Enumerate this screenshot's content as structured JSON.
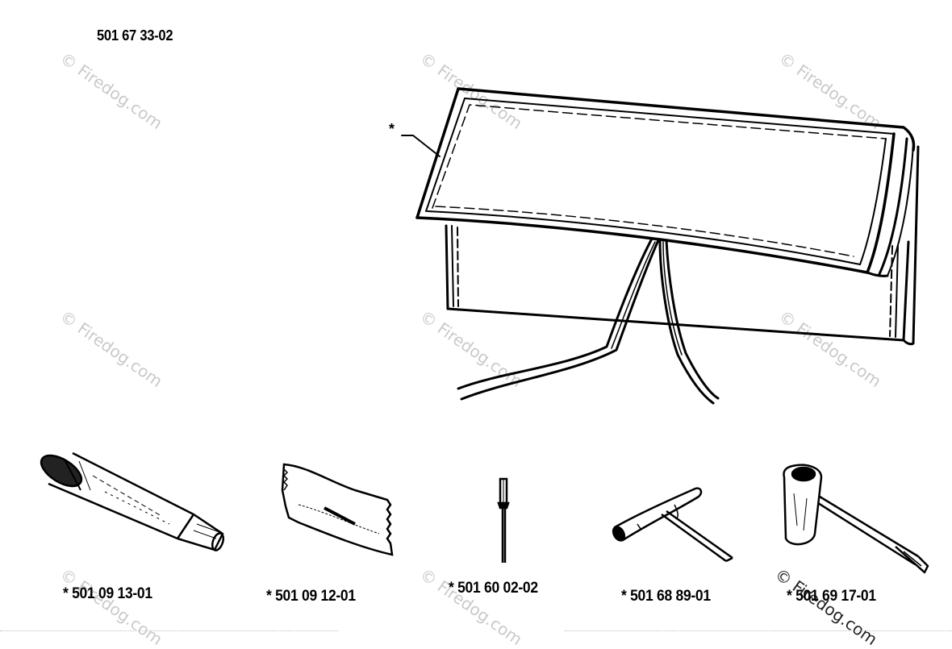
{
  "header": {
    "part_number": "501 67 33-02"
  },
  "callout": {
    "symbol": "*"
  },
  "parts": [
    {
      "label": "* 501 09 13-01"
    },
    {
      "label": "* 501 09 12-01"
    },
    {
      "label": "* 501 60 02-02"
    },
    {
      "label": "* 501 68 89-01"
    },
    {
      "label": "* 501 69 17-01"
    }
  ],
  "watermark": {
    "text": "© Firedog.com"
  },
  "icons": [
    "tool-bag-icon",
    "bearing-press-tool-icon",
    "sticker-icon",
    "pin-icon",
    "t-wrench-icon",
    "combination-spanner-icon"
  ]
}
